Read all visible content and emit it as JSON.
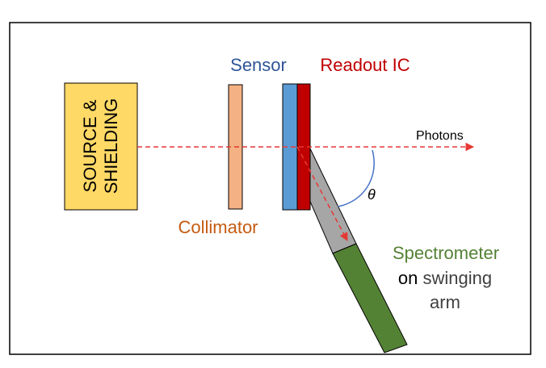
{
  "diagram": {
    "source_label_line1": "SOURCE &",
    "source_label_line2": "SHIELDING",
    "sensor_label": "Sensor",
    "readout_label": "Readout IC",
    "collimator_label": "Collimator",
    "photons_label": "Photons",
    "theta_label": "θ",
    "spectrometer_label": "Spectrometer",
    "arm_line2_on": "on",
    "arm_line2_rest": " swinging",
    "arm_line3": "arm"
  },
  "colors": {
    "source_fill": "#FFD966",
    "collimator_fill": "#F4B183",
    "sensor_fill": "#5B9BD5",
    "readout_fill": "#C00000",
    "arm_fill": "#A6A6A6",
    "spectrometer_fill": "#548235",
    "sensor_text": "#2F5597",
    "readout_text": "#C00000",
    "collimator_text": "#C55A11",
    "spectrometer_text": "#548235",
    "photon_line": "#E53935",
    "angle_arc": "#4472C4"
  }
}
